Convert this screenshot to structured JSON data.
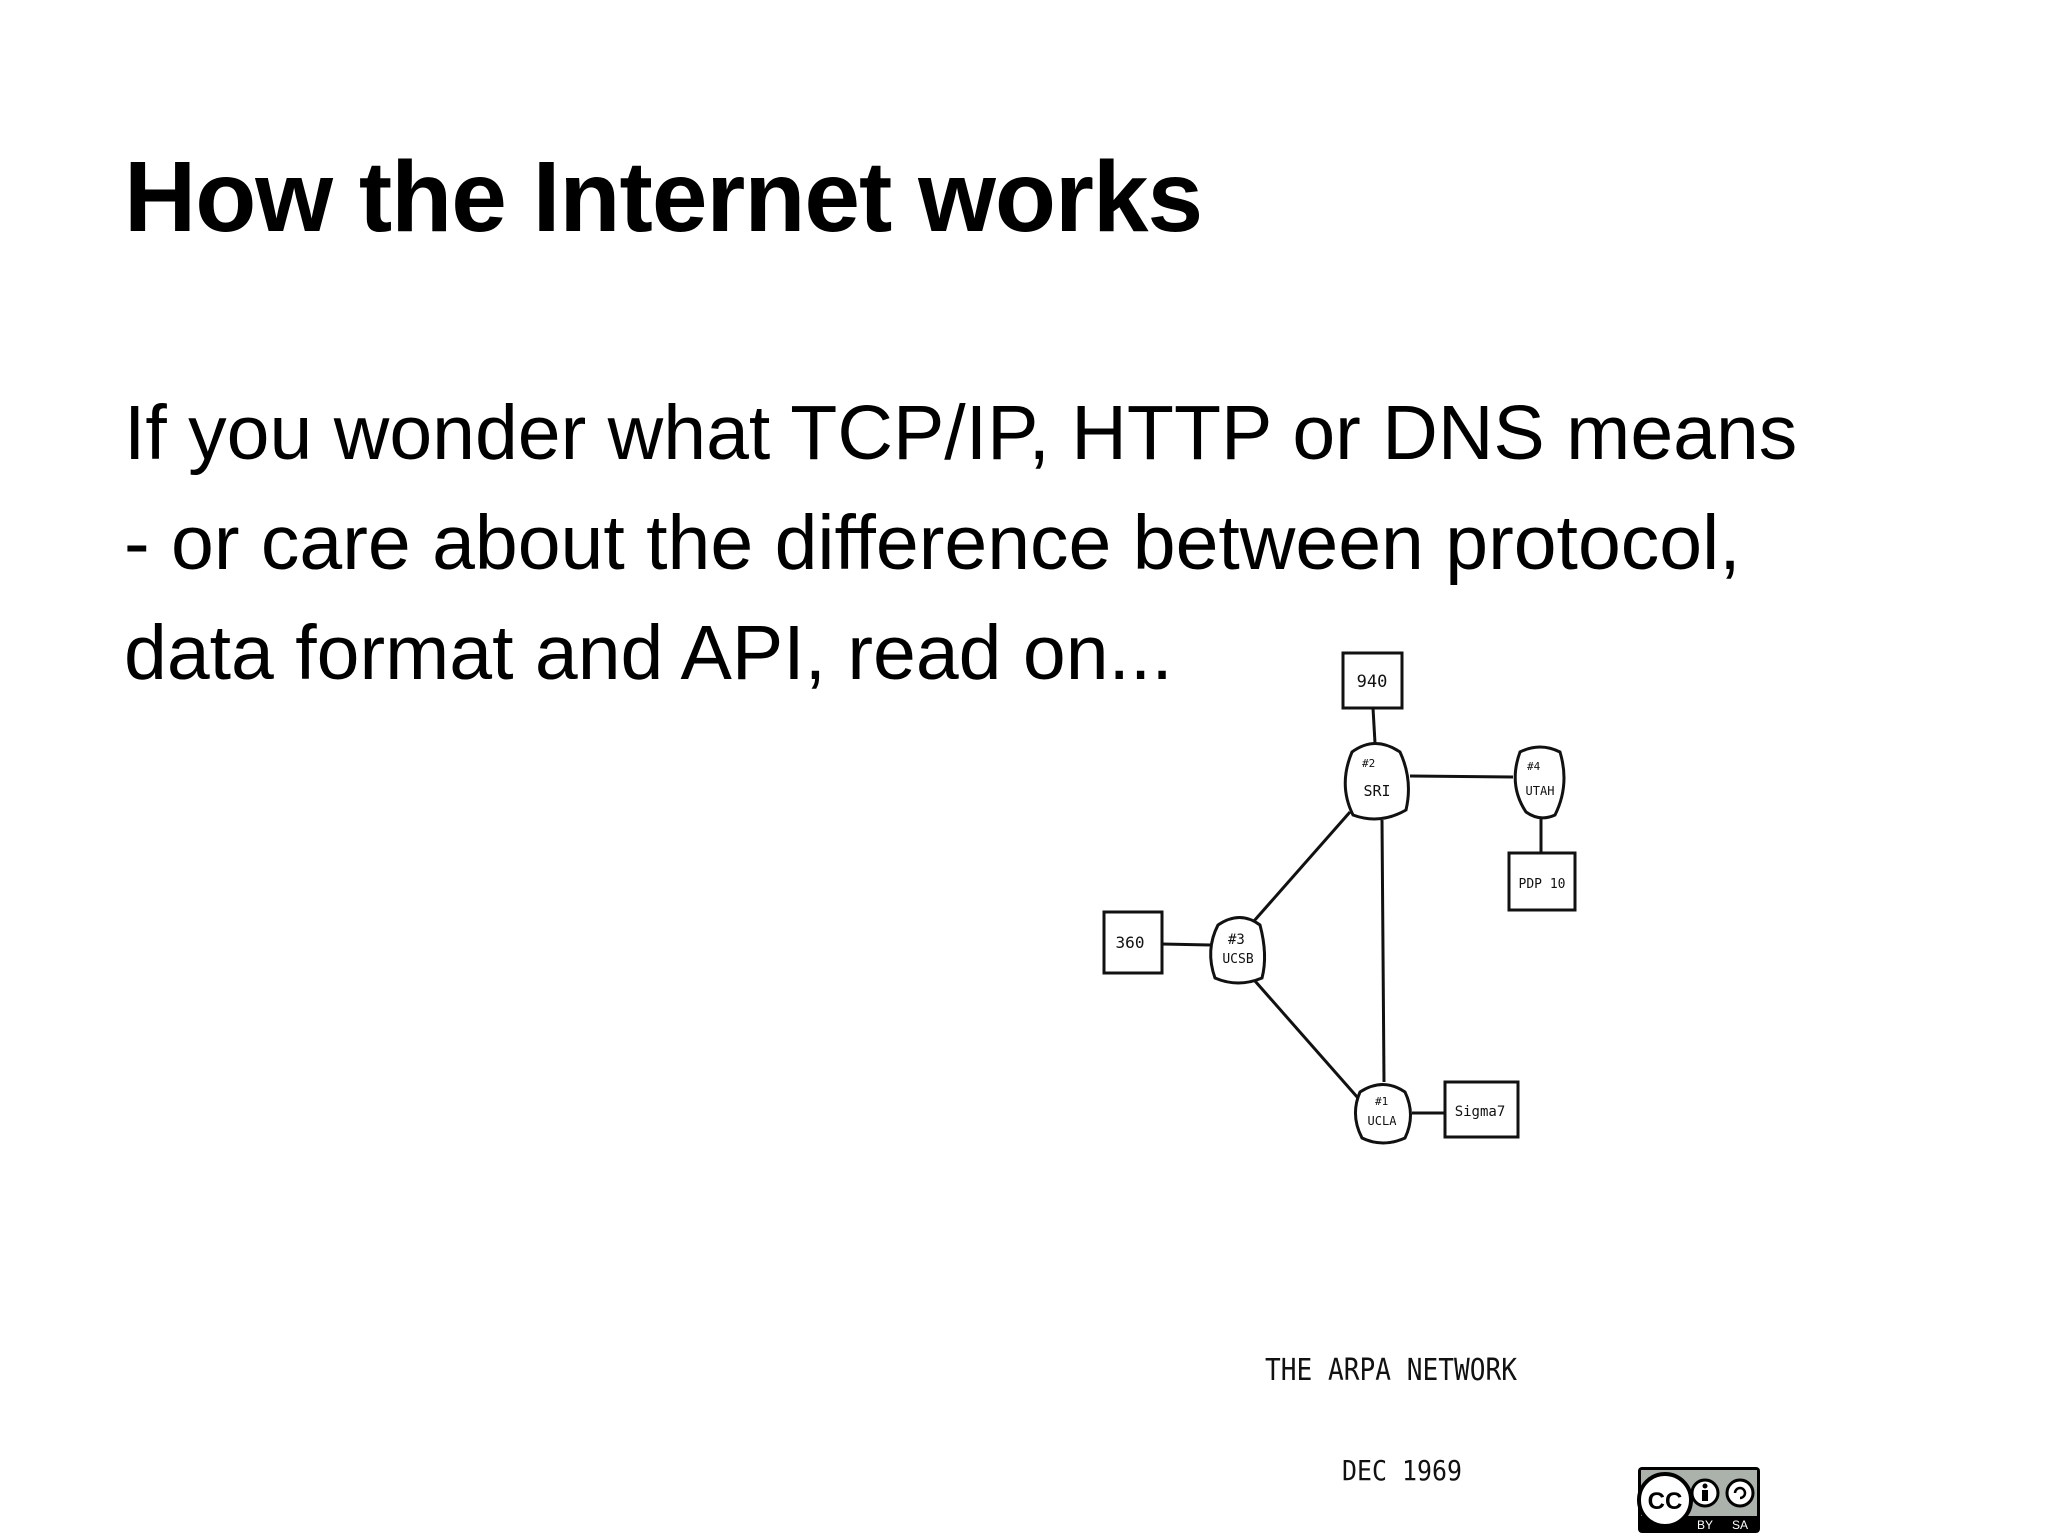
{
  "slide": {
    "title": "How the Internet works",
    "body_lines": [
      "If you wonder what TCP/IP, HTTP or DNS means",
      "- or care about the difference between protocol,",
      "data format and API, read on..."
    ]
  },
  "diagram": {
    "hosts": {
      "h940": "940",
      "h360": "360",
      "pdp10": "PDP 10",
      "sigma7": "Sigma7"
    },
    "nodes": {
      "sri": {
        "num": "#2",
        "name": "SRI"
      },
      "utah": {
        "num": "#4",
        "name": "UTAH"
      },
      "ucsb": {
        "num": "#3",
        "name": "UCSB"
      },
      "ucla": {
        "num": "#1",
        "name": "UCLA"
      }
    },
    "caption": "THE ARPA NETWORK",
    "date": "DEC 1969"
  },
  "license": {
    "badge": "CC",
    "by": "BY",
    "sa": "SA"
  }
}
